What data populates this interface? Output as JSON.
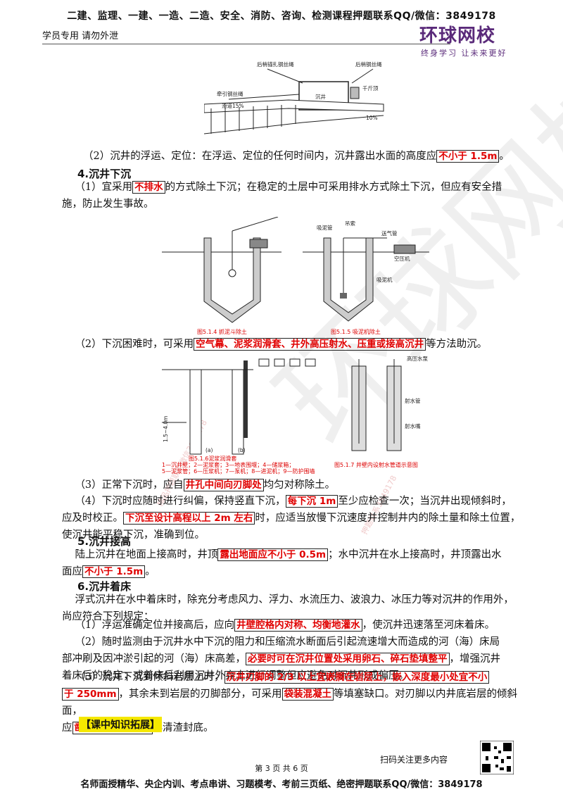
{
  "header": {
    "top_banner": "二建、监理、一建、一造、二造、安全、消防、咨询、检测课程押题联系QQ/微信：3849178",
    "left_note": "学员专用 请勿外泄",
    "logo_title": "环球网校",
    "logo_slogan": "终身学习 让未来更好"
  },
  "fig1": {
    "label_rear_anchor_left": "后梢锚扎钢丝绳",
    "label_rear_anchor_right": "后梢钢丝绳",
    "label_caisson": "沉井",
    "label_jack": "千斤顶",
    "label_pull_rope": "牵引钢丝绳",
    "label_slideway": "滑道15%",
    "label_slope": "10%"
  },
  "s2_float": {
    "text_a": "（2）沉井的浮运、定位：在浮运、定位的任何时间内，沉井露出水面的高度应",
    "hl": "不小于 1.5m",
    "text_b": "。"
  },
  "h4": "4.沉井下沉",
  "s4_1": {
    "a": "（1）宜采用",
    "hl": "不排水",
    "b": "的方式除土下沉；在稳定的土层中可采用排水方式除土下沉，但应有安全措",
    "c": "施，防止发生事故。"
  },
  "fig2": {
    "cap_left": "图5.1.4  抓泥斗除土",
    "cap_right": "图5.1.5  吸泥机除土",
    "lbl_suction_pipe": "吸泥管",
    "lbl_hanging_cable": "吊索",
    "lbl_air_pipe": "送气管",
    "lbl_compressor": "空压机",
    "lbl_suction_machine": "吸泥机"
  },
  "s4_2": {
    "a": "（2）下沉困难时，可采用",
    "hl": "空气幕、泥浆润滑套、井外高压射水、压重或接高沉井",
    "b": "等方法助沉。"
  },
  "fig3": {
    "lbl_pump": "高压水泵",
    "lbl_water_pipe": "射水管",
    "lbl_nozzle": "射水嘴",
    "cap_left": "图5.1.6泥浆润滑套",
    "legend_1": "1—沉井壁；2—泥浆套；3—地表围堰；4—储浆箱；",
    "legend_2": "5—泥浆管；6—压浆机；7—泵机；8—进泥机；9—防护围墙",
    "cap_right": "图5.1.7  井壁内设射水管道示意图",
    "sub_a": "(a)",
    "sub_b": "(b)",
    "dim": "1.5~4.0m"
  },
  "s4_3": {
    "a": "（3）正常下沉时，应自",
    "hl": "井孔中间向刃脚处",
    "b": "均匀对称除土。"
  },
  "s4_4": {
    "a": "（4）下沉时应随时进行纠偏，保持竖直下沉，",
    "hl1": "每下沉 1m",
    "b": "至少应检查一次；当沉井出现倾斜时，",
    "c": "应及时校正。",
    "hl2": "下沉至设计高程以上 2m 左右",
    "d": "时，应适当放慢下沉速度并控制井内的除土量和除土位置，",
    "e": "使沉井能平稳下沉，准确到位。"
  },
  "h5": "5.沉井接高",
  "s5": {
    "a": "陆上沉井在地面上接高时，井顶",
    "hl1": "露出地面应不小于 0.5m",
    "b": "；水中沉井在水上接高时，井顶露出水",
    "c": "面应",
    "hl2": "不小于 1.5m",
    "d": "。"
  },
  "h6": "6.沉井着床",
  "s6_intro": {
    "a": "浮式沉井在水中着床时，除充分考虑风力、浮力、水流压力、波浪力、冰压力等对沉井的作用外，",
    "b": "尚应符合下列规定："
  },
  "s6_1": {
    "a": "（1）浮运准确定位并接高后，应向",
    "hl": "井壁腔格内对称、均衡地灌水",
    "b": "，使沉井迅速落至河床着床。"
  },
  "s6_2": {
    "a": "（2）随时监测由于沉井水中下沉的阻力和压缩流水断面后引起流速增大而造成的河（海）床局",
    "b": "部冲刷及因冲淤引起的河（海）床高差，",
    "hl": "必要时可在沉井位置处采用卵石、碎石垫填整平",
    "c": "，增强沉井",
    "d": "着床后的稳定；或着床后利用沉井外弃土进行调整但应避免对沉井形成偏压。"
  },
  "s6_3": {
    "a": "（3）沉井下沉到倾斜岩层上时，",
    "hl1a": "沉井刃脚的 2/3 以上宜嵌搁在岩层上，嵌入深度最小处宜不小",
    "hl1b": "于 250mm",
    "b": "，其余未到岩层的刃脚部分，可采用",
    "hl2": "袋装混凝土",
    "c": "等填塞缺口。对刃脚以内井底岩层的倾斜面，",
    "d": "应",
    "hl3": "凿成台阶或榫槽后",
    "e": "再清渣封底。"
  },
  "knowledge_tag": "【课中知识拓展】",
  "footer": {
    "scan_note": "扫码关注更多内容",
    "page_no": "第 3 页 共 6 页",
    "bottom_banner": "名师面授精华、央企内训、考点串讲、习题模考、考前三页纸、绝密押题联系QQ/微信：3849178"
  },
  "watermark": {
    "main": "环球网校",
    "side_a": "精品押题联系微信3849178",
    "side_b": "押题联系3849178"
  },
  "colors": {
    "highlight_red": "#e00000",
    "knowledge_tag_bg": "#f5e800",
    "logo_purple": "#5a2a7a"
  }
}
